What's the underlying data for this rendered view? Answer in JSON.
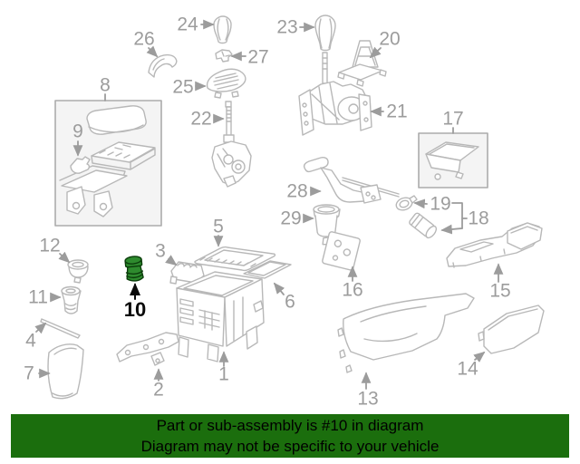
{
  "banner": {
    "line1": "Part or sub-assembly is #10 in diagram",
    "line2": "Diagram may not be specific to your vehicle",
    "bg_color": "#1b6e0d",
    "text_color": "#000000"
  },
  "highlight": {
    "part_number": "10"
  },
  "colors": {
    "diagram_lines": "#b8b8b8",
    "callout_text": "#9c9c9c",
    "highlight_callout_text": "#0a0a0a",
    "group_box_fill": "#f4f4f4",
    "highlight_fill": "#2e8b2e",
    "highlight_stroke": "#0b3d0b",
    "banner_bg": "#1b6e0d"
  },
  "callouts": {
    "c1": "1",
    "c2": "2",
    "c3": "3",
    "c4": "4",
    "c5": "5",
    "c6": "6",
    "c7": "7",
    "c8": "8",
    "c9": "9",
    "c10": "10",
    "c11": "11",
    "c12": "12",
    "c13": "13",
    "c14": "14",
    "c15": "15",
    "c16": "16",
    "c17": "17",
    "c18": "18",
    "c19": "19",
    "c20": "20",
    "c21": "21",
    "c22": "22",
    "c23": "23",
    "c24": "24",
    "c25": "25",
    "c26": "26",
    "c27": "27",
    "c28": "28",
    "c29": "29"
  }
}
